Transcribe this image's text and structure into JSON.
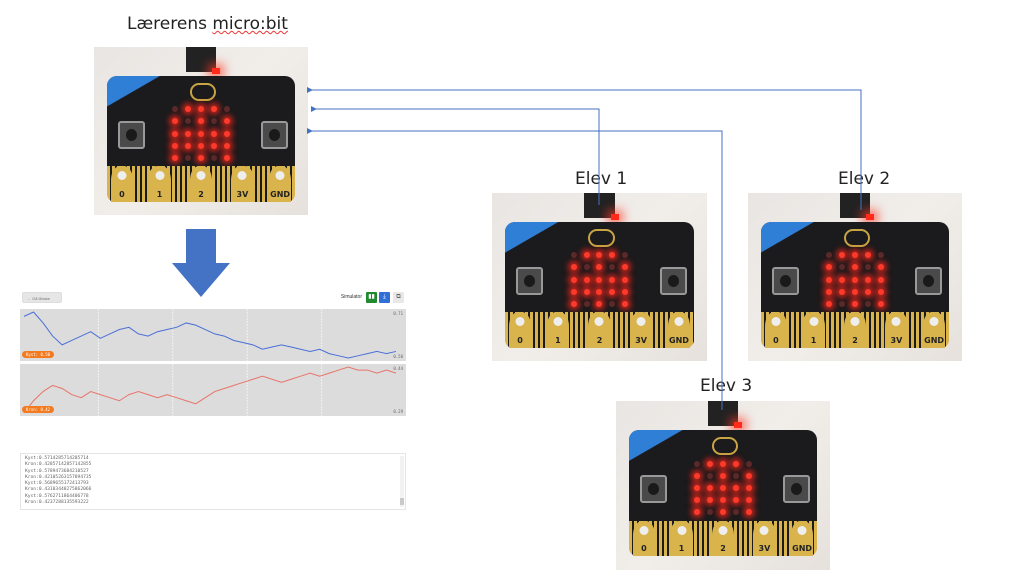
{
  "title": {
    "prefix": "Lærerens ",
    "underlined": "micro:bit"
  },
  "boards": [
    {
      "id": "teacher",
      "label": ""
    },
    {
      "id": "elev1",
      "label": "Elev 1"
    },
    {
      "id": "elev2",
      "label": "Elev 2"
    },
    {
      "id": "elev3",
      "label": "Elev 3"
    }
  ],
  "led_pattern": [
    [
      0,
      1,
      1,
      1,
      0
    ],
    [
      1,
      0,
      1,
      0,
      1
    ],
    [
      1,
      1,
      1,
      1,
      1
    ],
    [
      1,
      1,
      1,
      1,
      1
    ],
    [
      1,
      0,
      1,
      0,
      1
    ]
  ],
  "pin_labels": [
    "0",
    "1",
    "2",
    "3V",
    "GND"
  ],
  "colors": {
    "arrow": "#4472c4",
    "connector": "#4472c4",
    "series1": "#4a6fd8",
    "series2": "#e8746a",
    "badge": "#f47a20",
    "play": "#1f8a2e",
    "download": "#2f6fd6"
  },
  "simulator": {
    "back_label": "← Gå tilbake",
    "sim_label": "Simulator",
    "play_icon": "▮▮",
    "download_icon": "⤓",
    "copy_icon": "⧉"
  },
  "plots": [
    {
      "badge": "Kyst: 0.50",
      "ymax": "0.71",
      "ymin": "0.50"
    },
    {
      "badge": "Kron: 0.42",
      "ymax": "0.44",
      "ymin": "0.29"
    }
  ],
  "chart_data": [
    {
      "type": "line",
      "name": "Kyst",
      "ylim": [
        0.5,
        0.71
      ],
      "values": [
        0.69,
        0.71,
        0.66,
        0.6,
        0.56,
        0.58,
        0.6,
        0.62,
        0.59,
        0.61,
        0.63,
        0.64,
        0.61,
        0.6,
        0.62,
        0.63,
        0.64,
        0.66,
        0.65,
        0.63,
        0.61,
        0.6,
        0.58,
        0.57,
        0.56,
        0.54,
        0.55,
        0.56,
        0.55,
        0.54,
        0.53,
        0.54,
        0.52,
        0.51,
        0.5,
        0.51,
        0.52,
        0.53,
        0.52,
        0.53
      ]
    },
    {
      "type": "line",
      "name": "Kron",
      "ylim": [
        0.29,
        0.44
      ],
      "values": [
        0.29,
        0.33,
        0.36,
        0.38,
        0.37,
        0.35,
        0.34,
        0.36,
        0.35,
        0.34,
        0.33,
        0.35,
        0.36,
        0.35,
        0.34,
        0.35,
        0.34,
        0.33,
        0.32,
        0.34,
        0.36,
        0.37,
        0.38,
        0.39,
        0.4,
        0.41,
        0.4,
        0.39,
        0.4,
        0.41,
        0.42,
        0.41,
        0.42,
        0.43,
        0.44,
        0.43,
        0.43,
        0.42,
        0.43,
        0.42
      ]
    }
  ],
  "log": [
    "Kyst:0.5714285714285714",
    "Kron:0.42857142857142855",
    "Kyst:0.5789473684210527",
    "Kron:0.42105263157894735",
    "Kyst:0.5689655172413793",
    "Kron:0.43103448275862066",
    "Kyst:0.5762711864406778",
    "Kron:0.4237288135593222"
  ]
}
